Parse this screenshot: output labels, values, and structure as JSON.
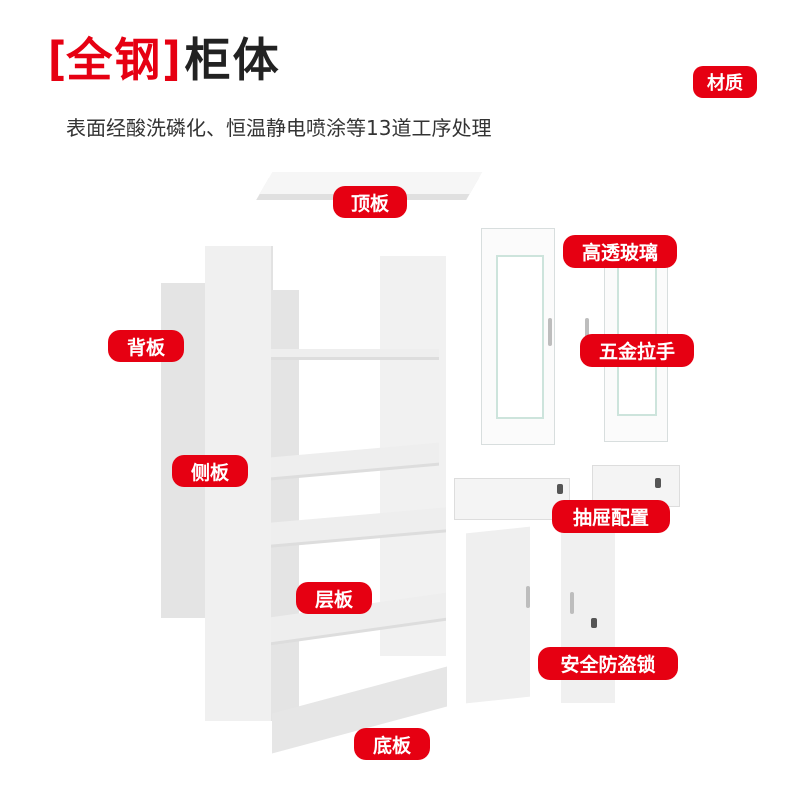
{
  "header": {
    "bracket_open": "[",
    "title_red": "全钢",
    "bracket_close": "]",
    "title_dark": "柜体",
    "subtitle": "表面经酸洗磷化、恒温静电喷涂等13道工序处理",
    "material_badge": "材质"
  },
  "labels": {
    "top_panel": "顶板",
    "back_panel": "背板",
    "side_panel": "侧板",
    "shelf": "层板",
    "bottom_panel": "底板",
    "glass": "高透玻璃",
    "handle": "五金拉手",
    "drawer": "抽屉配置",
    "lock": "安全防盗锁"
  },
  "colors": {
    "accent_red": "#e60012",
    "title_dark": "#222222",
    "panel_white": "#f1f1f1"
  }
}
